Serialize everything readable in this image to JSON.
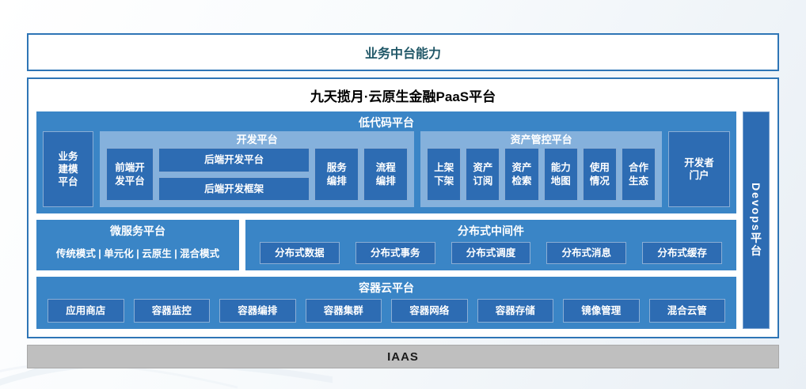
{
  "colors": {
    "border_blue": "#2E75B6",
    "section_blue": "#3A85C6",
    "box_blue": "#2D6CB3",
    "light_blue": "#85B1DC",
    "iaas_gray": "#BFBFBF",
    "banner_text_color": "#215868"
  },
  "banner": {
    "label": "业务中台能力"
  },
  "platform": {
    "title": "九天揽月·云原生金融PaaS平台"
  },
  "low_code": {
    "title": "低代码平台",
    "business_modeling": "业务\n建模\n平台",
    "dev_platform": {
      "title": "开发平台",
      "frontend": "前端开\n发平台",
      "backend_platform": "后端开发平台",
      "backend_framework": "后端开发框架",
      "service_orchestration": "服务\n编排",
      "process_orchestration": "流程\n编排"
    },
    "asset_control": {
      "title": "资产管控平台",
      "items": [
        "上架\n下架",
        "资产\n订阅",
        "资产\n检索",
        "能力\n地图",
        "使用\n情况",
        "合作\n生态"
      ]
    },
    "developer_portal": "开发者\n门户"
  },
  "devops": {
    "label": "Devops平台"
  },
  "microservice": {
    "title": "微服务平台",
    "modes": "传统模式 | 单元化 | 云原生 | 混合模式"
  },
  "middleware": {
    "title": "分布式中间件",
    "items": [
      "分布式数据",
      "分布式事务",
      "分布式调度",
      "分布式消息",
      "分布式缓存"
    ]
  },
  "container_cloud": {
    "title": "容器云平台",
    "items": [
      "应用商店",
      "容器监控",
      "容器编排",
      "容器集群",
      "容器网络",
      "容器存储",
      "镜像管理",
      "混合云管"
    ]
  },
  "iaas": {
    "label": "IAAS"
  }
}
